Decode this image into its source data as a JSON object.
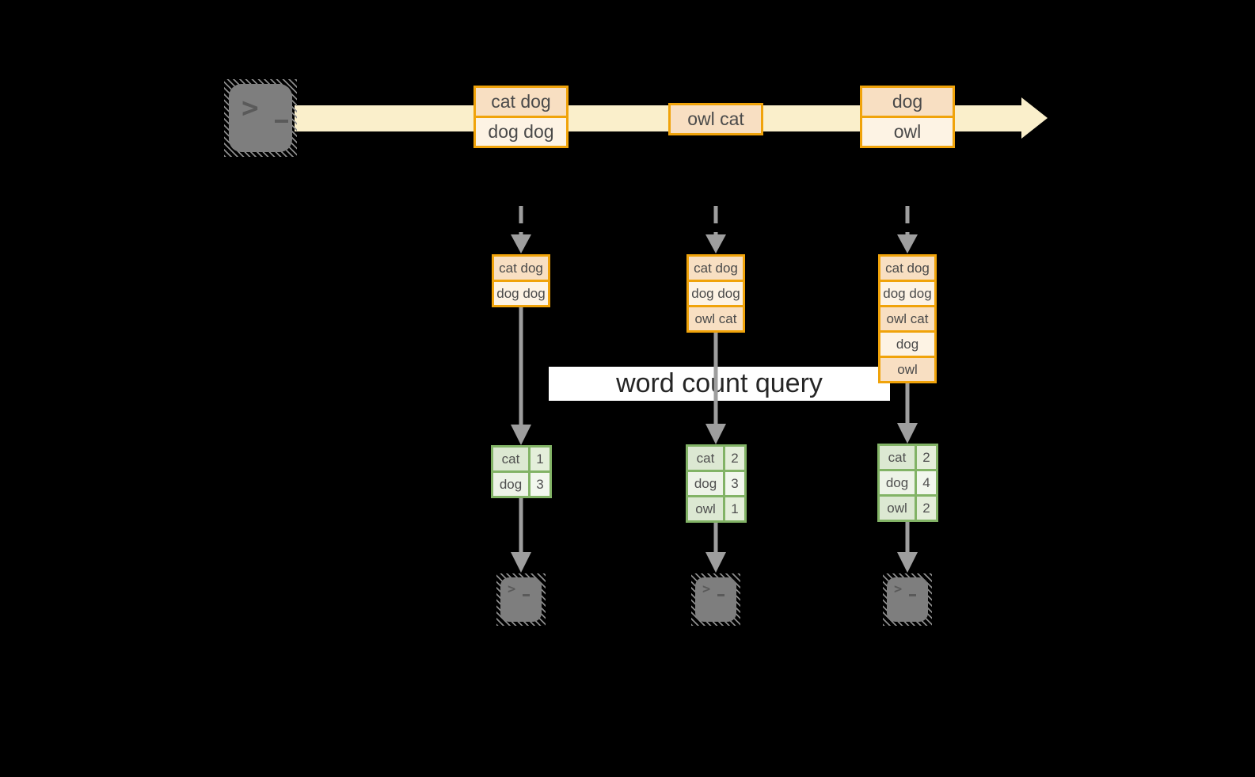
{
  "query_label": "word count query",
  "colors": {
    "background": "#000000",
    "timeline_band": "#faefcb",
    "event_border": "#f0a30a",
    "event_fill_dark": "#f8dfc2",
    "event_fill_light": "#fdf3e4",
    "table_border": "#82b366",
    "table_fill_dark": "#dce8d2",
    "table_fill_light": "#edf3e7",
    "arrow_gray": "#9e9e9e",
    "terminal_gray": "#7e7e7e"
  },
  "timeline": {
    "source_icon": "terminal-icon",
    "events": [
      {
        "lines": [
          "cat dog",
          "dog dog"
        ]
      },
      {
        "lines": [
          "owl cat"
        ]
      },
      {
        "lines": [
          "dog",
          "owl"
        ]
      }
    ]
  },
  "columns": [
    {
      "batch": [
        "cat dog",
        "dog dog"
      ],
      "counts": [
        {
          "word": "cat",
          "count": "1"
        },
        {
          "word": "dog",
          "count": "3"
        }
      ],
      "sink_icon": "terminal-icon"
    },
    {
      "batch": [
        "cat dog",
        "dog dog",
        "owl cat"
      ],
      "counts": [
        {
          "word": "cat",
          "count": "2"
        },
        {
          "word": "dog",
          "count": "3"
        },
        {
          "word": "owl",
          "count": "1"
        }
      ],
      "sink_icon": "terminal-icon"
    },
    {
      "batch": [
        "cat dog",
        "dog dog",
        "owl cat",
        "dog",
        "owl"
      ],
      "counts": [
        {
          "word": "cat",
          "count": "2"
        },
        {
          "word": "dog",
          "count": "4"
        },
        {
          "word": "owl",
          "count": "2"
        }
      ],
      "sink_icon": "terminal-icon"
    }
  ]
}
